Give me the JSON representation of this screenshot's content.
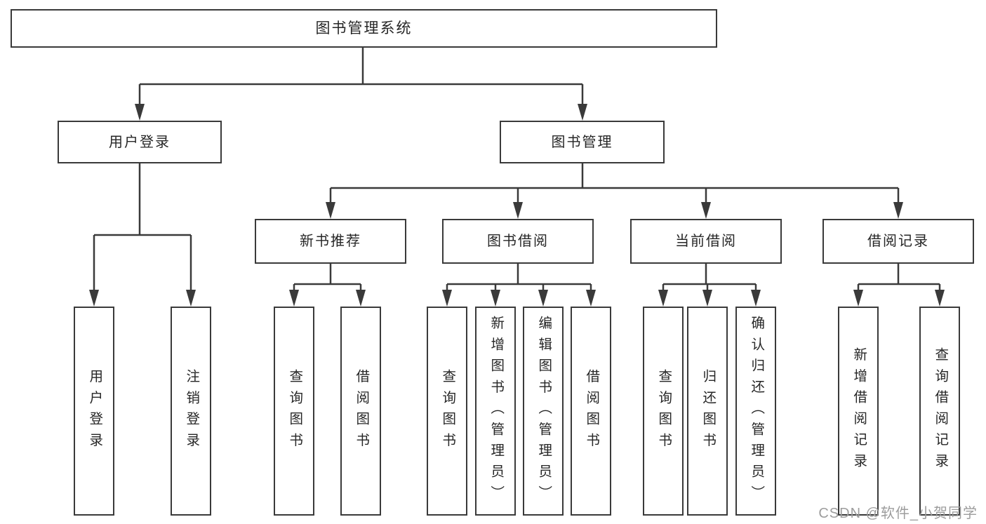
{
  "colors": {
    "line": "#3a3a3a",
    "box_border": "#3a3a3a",
    "box_bg": "#ffffff",
    "text": "#262626",
    "watermark": "#9d9d9d"
  },
  "watermark": {
    "text": "CSDN @软件_小贺同学"
  },
  "tree": {
    "root": {
      "label": "图书管理系统"
    },
    "branches": [
      {
        "label": "用户登录",
        "children": [
          {
            "label": "用户登录"
          },
          {
            "label": "注销登录"
          }
        ]
      },
      {
        "label": "图书管理",
        "children": [
          {
            "label": "新书推荐",
            "children": [
              {
                "label": "查询图书"
              },
              {
                "label": "借阅图书"
              }
            ]
          },
          {
            "label": "图书借阅",
            "children": [
              {
                "label": "查询图书"
              },
              {
                "label": "新增图书（管理员）"
              },
              {
                "label": "编辑图书（管理员）"
              },
              {
                "label": "借阅图书"
              }
            ]
          },
          {
            "label": "当前借阅",
            "children": [
              {
                "label": "查询图书"
              },
              {
                "label": "归还图书"
              },
              {
                "label": "确认归还（管理员）"
              }
            ]
          },
          {
            "label": "借阅记录",
            "children": [
              {
                "label": "新增借阅记录"
              },
              {
                "label": "查询借阅记录"
              }
            ]
          }
        ]
      }
    ]
  }
}
